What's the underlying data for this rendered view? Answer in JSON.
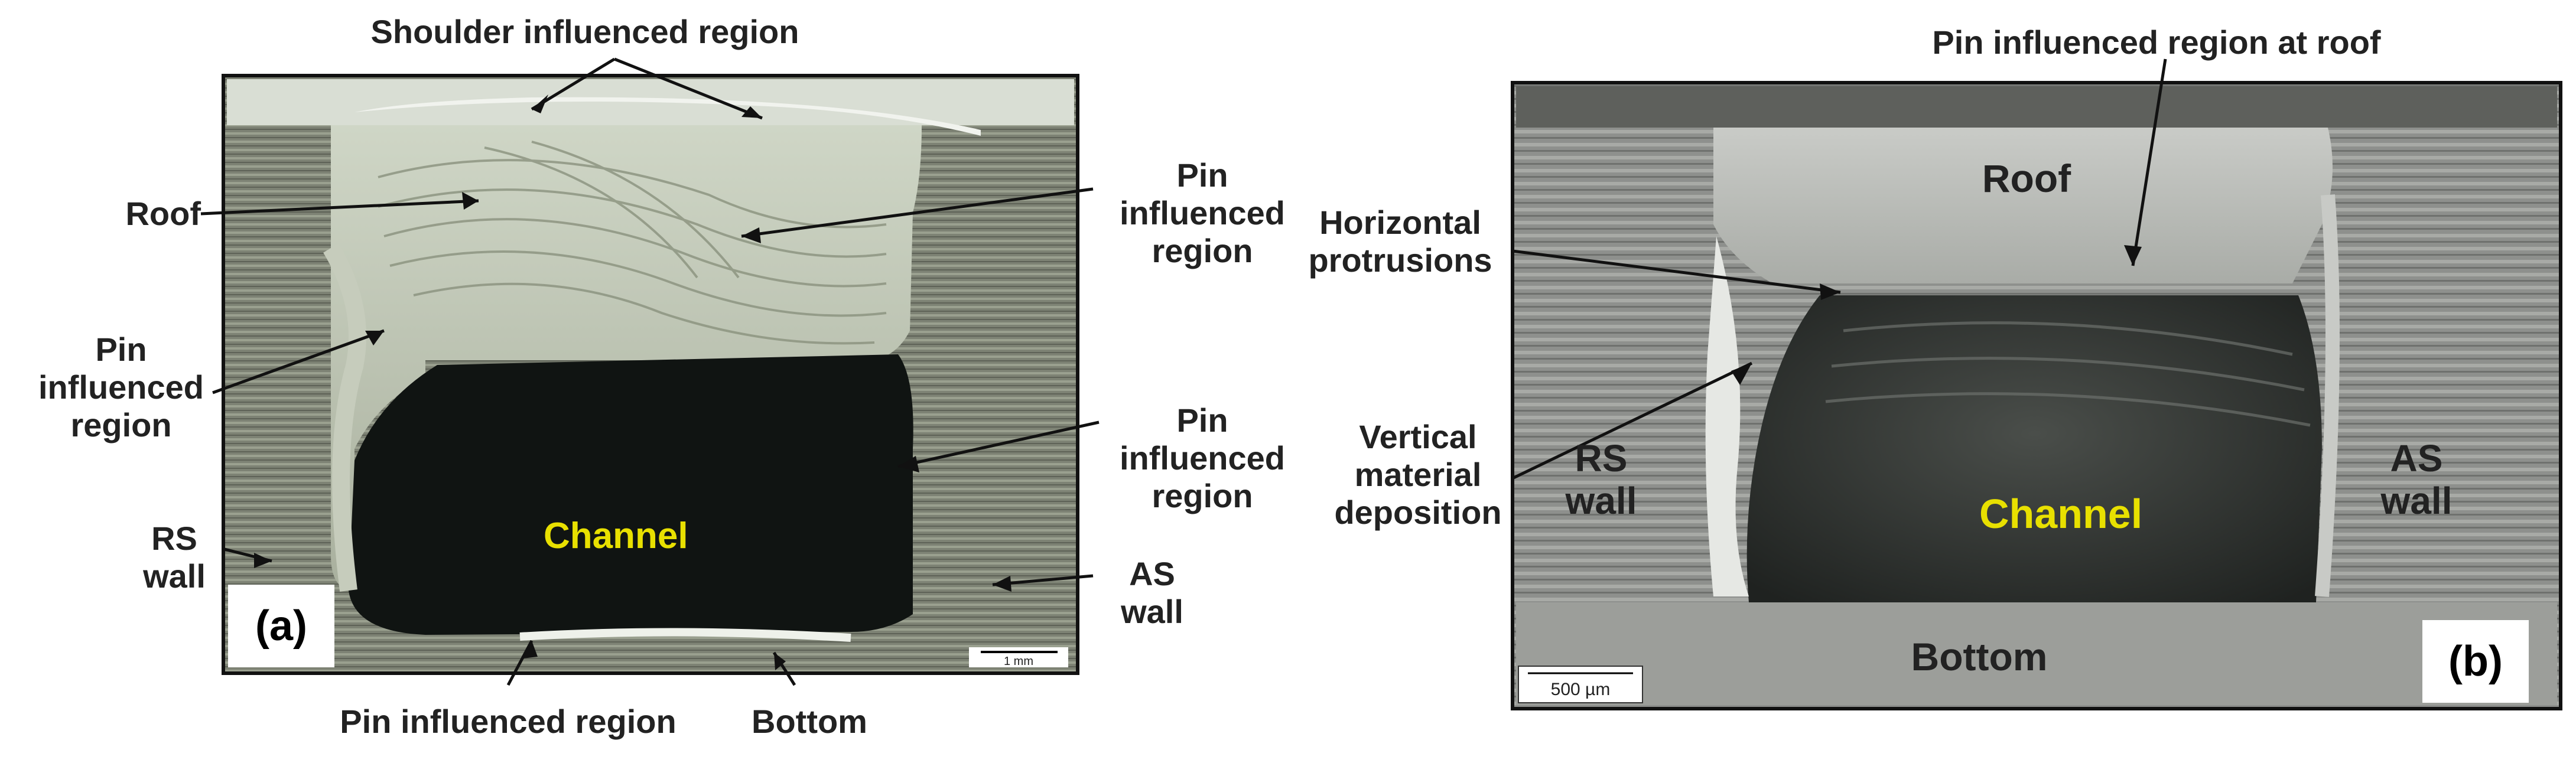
{
  "panel_a": {
    "tag": "(a)",
    "channel": "Channel",
    "scale_bar": "1 mm",
    "labels": {
      "shoulder": "Shoulder influenced region",
      "roof": "Roof",
      "pin_right_top": [
        "Pin",
        "influenced",
        "region"
      ],
      "pin_left": [
        "Pin",
        "influenced",
        "region"
      ],
      "pin_right_mid": [
        "Pin",
        "influenced",
        "region"
      ],
      "rs_wall": [
        "RS",
        "wall"
      ],
      "as_wall": [
        "AS",
        "wall"
      ],
      "pin_bottom": "Pin influenced region",
      "bottom": "Bottom"
    }
  },
  "panel_b": {
    "tag": "(b)",
    "channel": "Channel",
    "scale_bar": "500 µm",
    "labels": {
      "pin_roof": "Pin influenced region at roof",
      "roof": "Roof",
      "horizontal": [
        "Horizontal",
        "protrusions"
      ],
      "vertical": [
        "Vertical",
        "material",
        "deposition"
      ],
      "rs_wall": [
        "RS",
        "wall"
      ],
      "as_wall": [
        "AS",
        "wall"
      ],
      "bottom": "Bottom"
    }
  },
  "colors": {
    "channel_label": "#e8e000",
    "label_text": "#222222"
  }
}
